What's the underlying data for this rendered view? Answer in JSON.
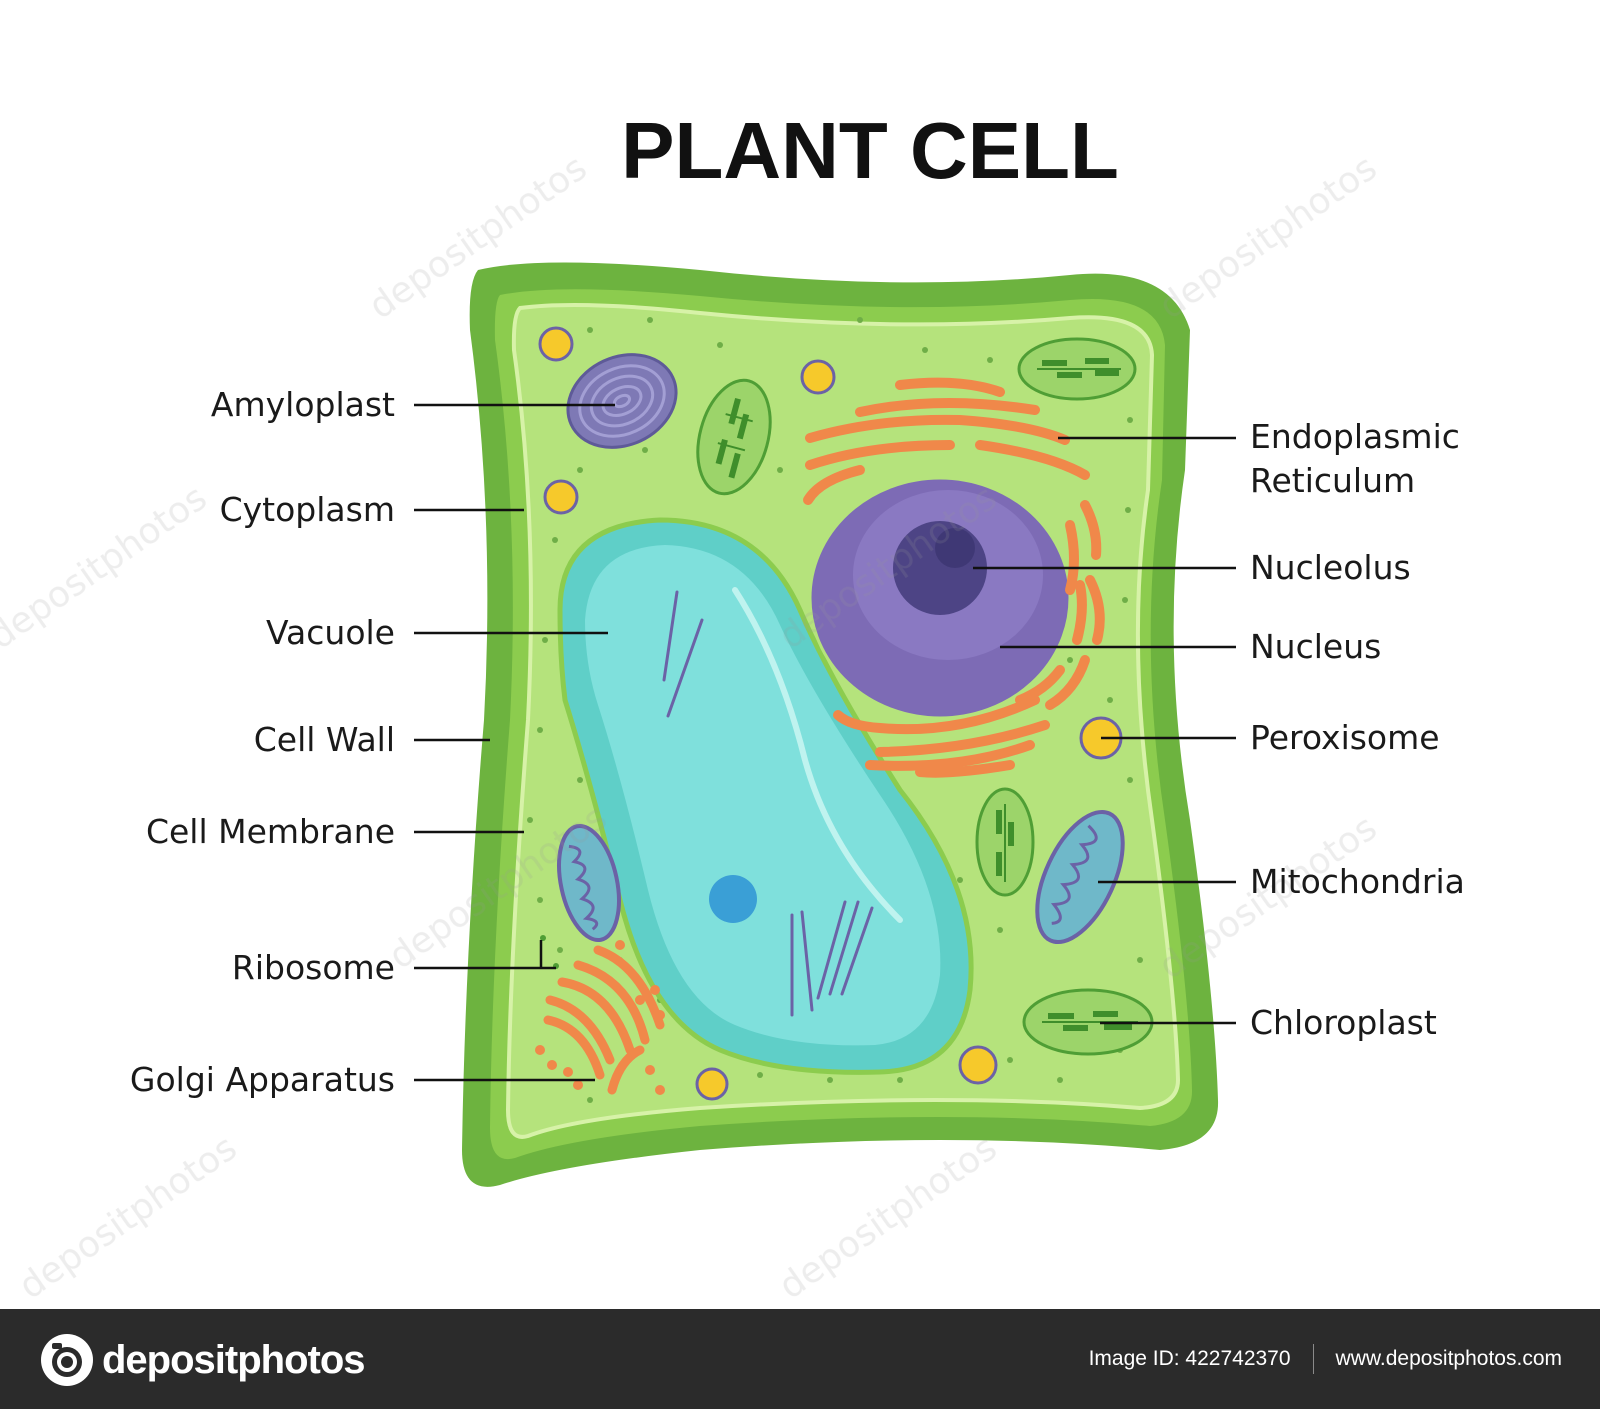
{
  "title": "PLANT CELL",
  "labels": {
    "amyloplast": "Amyloplast",
    "cytoplasm": "Cytoplasm",
    "vacuole": "Vacuole",
    "cell_wall": "Cell Wall",
    "cell_membrane": "Cell Membrane",
    "ribosome": "Ribosome",
    "golgi": "Golgi Apparatus",
    "er_line1": "Endoplasmic",
    "er_line2": "Reticulum",
    "nucleolus": "Nucleolus",
    "nucleus": "Nucleus",
    "peroxisome": "Peroxisome",
    "mitochondria": "Mitochondria",
    "chloroplast": "Chloroplast"
  },
  "watermark": "depositphotos",
  "footer": {
    "brand": "depositphotos",
    "image_id": "Image ID: 422742370",
    "url": "www.depositphotos.com"
  },
  "colors": {
    "cell_wall": "#6db33f",
    "cytoplasm": "#b5e37c",
    "vacuole": "#7fe0dc",
    "nucleus": "#7d6bb5",
    "er": "#f0884a",
    "chloroplast": "#9cd46a",
    "mitochondria": "#6fb8c9",
    "peroxisome": "#f6c92b",
    "footer": "#2b2b2b"
  }
}
